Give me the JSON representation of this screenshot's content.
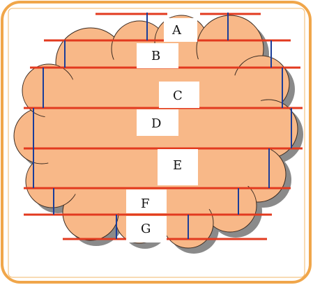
{
  "labels": [
    "A",
    "B",
    "C",
    "D",
    "E",
    "F",
    "G"
  ],
  "colors": {
    "frame_border": "#f0a64a",
    "cloud_fill": "#f8b888",
    "cloud_outline": "#3a2a20",
    "shadow": "#8a8a8a",
    "horizontal_lines": "#e23a1f",
    "vertical_lines": "#1a3d9a",
    "label_box": "#ffffff"
  }
}
